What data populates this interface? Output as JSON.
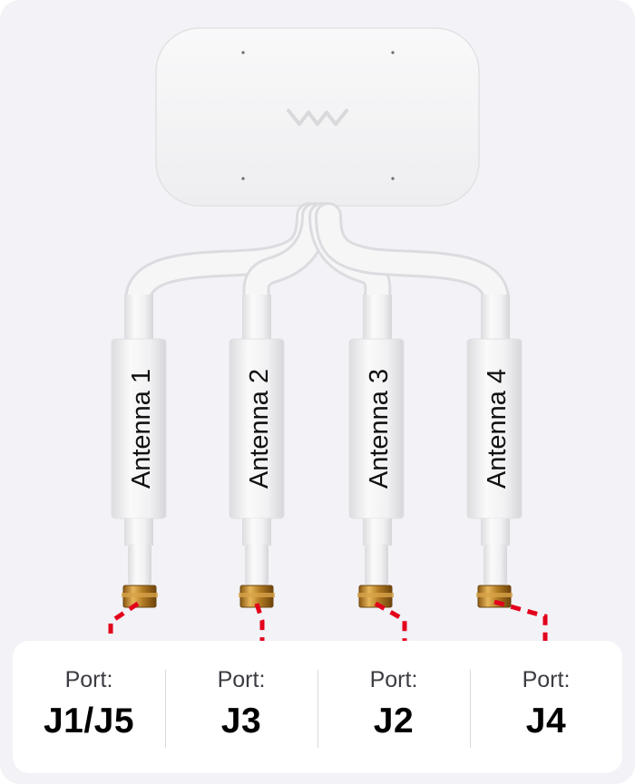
{
  "antennas": [
    {
      "label": "Antenna 1"
    },
    {
      "label": "Antenna 2"
    },
    {
      "label": "Antenna 3"
    },
    {
      "label": "Antenna 4"
    }
  ],
  "ports": [
    {
      "prefix": "Port:",
      "id": "J1/J5"
    },
    {
      "prefix": "Port:",
      "id": "J3"
    },
    {
      "prefix": "Port:",
      "id": "J2"
    },
    {
      "prefix": "Port:",
      "id": "J4"
    }
  ],
  "colors": {
    "background": "#f2f2f7",
    "device": "#f7f7f8",
    "cable": "#f4f4f5",
    "connector_gold": "#c9952e",
    "leader_line": "#e3001b"
  },
  "icons": {
    "logo": "wave-logo-icon",
    "connector": "sma-connector-icon"
  }
}
